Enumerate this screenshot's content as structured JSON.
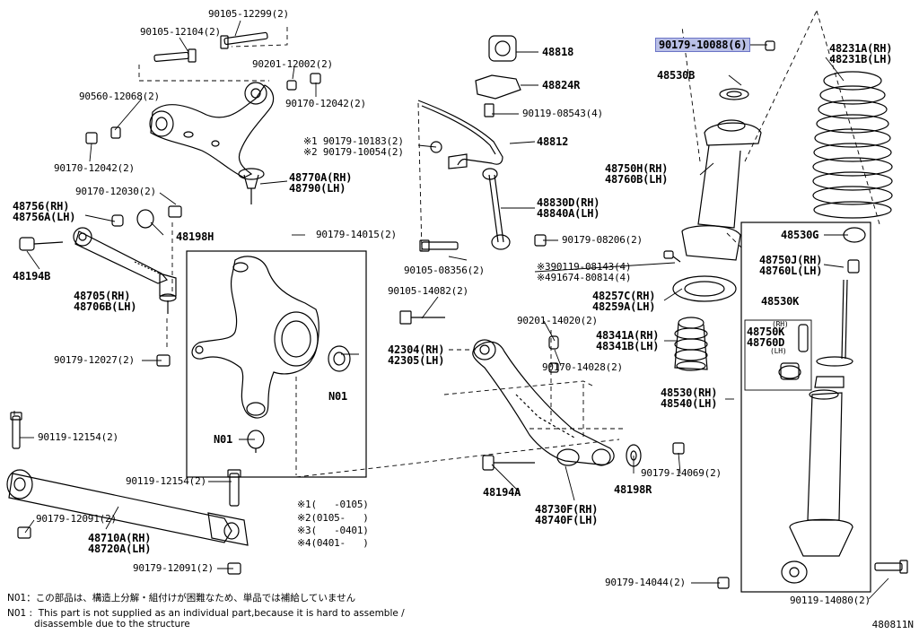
{
  "callouts": [
    {
      "id": "c1",
      "text": "90105-12299(2)"
    },
    {
      "id": "c2",
      "text": "90105-12104(2)"
    },
    {
      "id": "c3",
      "text": "90201-12002(2)"
    },
    {
      "id": "c4",
      "text": "90170-12042(2)"
    },
    {
      "id": "c5",
      "text": "90560-12068(2)"
    },
    {
      "id": "c6",
      "text": "90170-12042(2)"
    },
    {
      "id": "c7",
      "text": "90170-12030(2)"
    },
    {
      "id": "c8",
      "text": "48756(RH)\n48756A(LH)"
    },
    {
      "id": "c9",
      "text": "48198H"
    },
    {
      "id": "c10",
      "text": "48194B"
    },
    {
      "id": "c11",
      "text": "48705(RH)\n48706B(LH)"
    },
    {
      "id": "c12",
      "text": "90179-12027(2)"
    },
    {
      "id": "c13",
      "text": "90119-12154(2)"
    },
    {
      "id": "c14",
      "text": "90119-12154(2)"
    },
    {
      "id": "c15",
      "text": "90179-12091(2)"
    },
    {
      "id": "c16",
      "text": "48710A(RH)\n48720A(LH)"
    },
    {
      "id": "c17",
      "text": "90179-12091(2)"
    },
    {
      "id": "c18",
      "text": "N01"
    },
    {
      "id": "c19",
      "text": "N01"
    },
    {
      "id": "c20",
      "text": "48770A(RH)\n48790(LH)"
    },
    {
      "id": "c21",
      "text": "90179-14015(2)"
    },
    {
      "id": "c22",
      "text": "※1 90179-10183(2)\n※2 90179-10054(2)"
    },
    {
      "id": "c23",
      "text": "48818"
    },
    {
      "id": "c24",
      "text": "48824R"
    },
    {
      "id": "c25",
      "text": "90119-08543(4)"
    },
    {
      "id": "c26",
      "text": "48812"
    },
    {
      "id": "c27",
      "text": "48830D(RH)\n48840A(LH)"
    },
    {
      "id": "c28",
      "text": "90179-08206(2)"
    },
    {
      "id": "c29",
      "text": "90105-08356(2)"
    },
    {
      "id": "c30",
      "text": "※390119-08143(4)\n※491674-80814(4)"
    },
    {
      "id": "c31",
      "text": "90105-14082(2)"
    },
    {
      "id": "c32",
      "text": "90201-14020(2)"
    },
    {
      "id": "c33",
      "text": "90170-14028(2)"
    },
    {
      "id": "c34",
      "text": "42304(RH)\n42305(LH)"
    },
    {
      "id": "c35",
      "text": "48194A"
    },
    {
      "id": "c36",
      "text": "48730F(RH)\n48740F(LH)"
    },
    {
      "id": "c37",
      "text": "48198R"
    },
    {
      "id": "c38",
      "text": "90179-10088(6)"
    },
    {
      "id": "c39",
      "text": "48530B"
    },
    {
      "id": "c40",
      "text": "48231A(RH)\n48231B(LH)"
    },
    {
      "id": "c41",
      "text": "48750H(RH)\n48760B(LH)"
    },
    {
      "id": "c42",
      "text": "48257C(RH)\n48259A(LH)"
    },
    {
      "id": "c43",
      "text": "48341A(RH)\n48341B(LH)"
    },
    {
      "id": "c44",
      "text": "48530(RH)\n48540(LH)"
    },
    {
      "id": "c45",
      "text": "48530G"
    },
    {
      "id": "c46",
      "text": "48750J(RH)\n48760L(LH)"
    },
    {
      "id": "c47",
      "text": "48530K"
    },
    {
      "id": "c48",
      "text": "48750K\n48760D"
    },
    {
      "id": "c49",
      "text": "90179-14069(2)"
    },
    {
      "id": "c50",
      "text": "90179-14044(2)"
    },
    {
      "id": "c51",
      "text": "90119-14080(2)"
    }
  ],
  "inset_small": {
    "rh": "(RH)",
    "lh": "(LH)"
  },
  "footnotes": [
    "※1(   -0105)",
    "※2(0105-   )",
    "※3(   -0401)",
    "※4(0401-   )"
  ],
  "notes": {
    "jp": "N01：この部品は、構造上分解・組付けが困難なため、単品では補給していません",
    "en1": "N01 :  This part is not supplied as an individual part,because it is hard to assemble /",
    "en2": "         disassemble due to the structure"
  },
  "diagram_code": "480811N",
  "highlight_color": "#b9bfe6"
}
